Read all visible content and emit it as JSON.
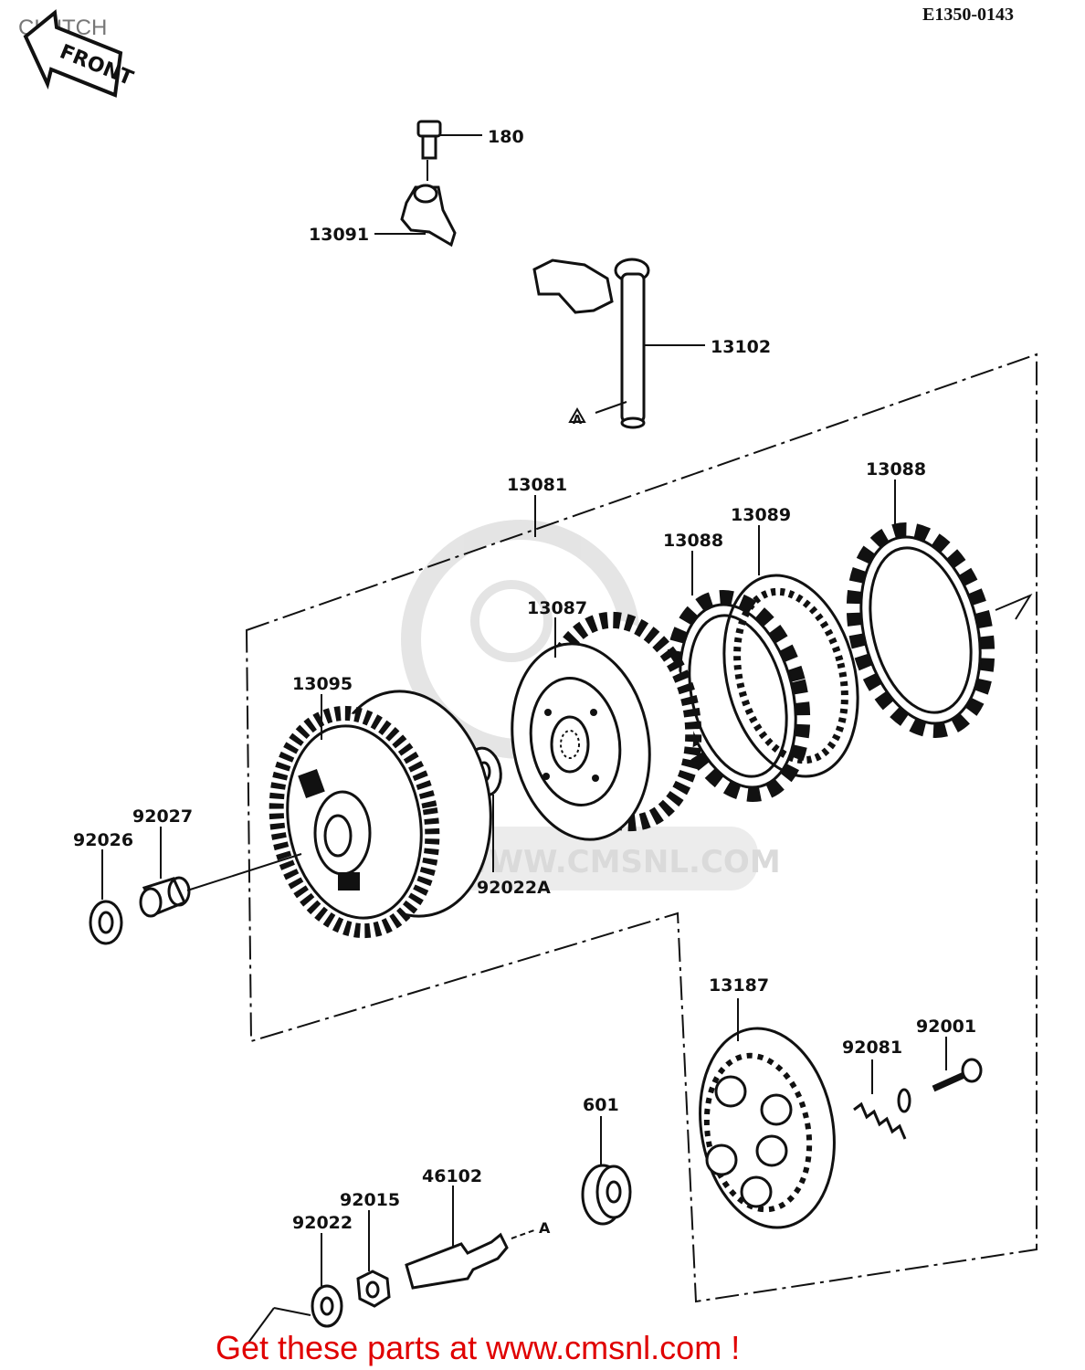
{
  "header": {
    "title": "CLUTCH",
    "diagram_code": "E1350-0143",
    "front_arrow_label": "FRONT"
  },
  "callouts": {
    "p180": "180",
    "p13091": "13091",
    "p13102": "13102",
    "ref_a_upper": "A",
    "p13081": "13081",
    "p13088_top": "13088",
    "p13089": "13089",
    "p13088_mid": "13088",
    "p13087": "13087",
    "p13095": "13095",
    "p92027": "92027",
    "p92026": "92026",
    "p92022A": "92022A",
    "p13187": "13187",
    "p92001": "92001",
    "p92081": "92081",
    "p601": "601",
    "p46102": "46102",
    "p92015": "92015",
    "p92022": "92022",
    "ref_a_lower": "A"
  },
  "watermark": "WWW.CMSNL.COM",
  "footer": {
    "text": "Get these parts at www.cmsnl.com !"
  }
}
